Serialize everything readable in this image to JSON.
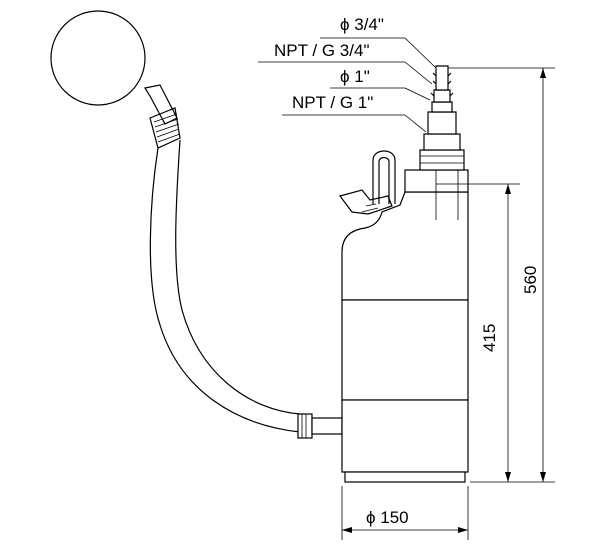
{
  "labels": {
    "outlet_small_diameter": "ϕ 3/4\"",
    "outlet_small_thread": "NPT / G 3/4\"",
    "outlet_large_diameter": "ϕ 1\"",
    "outlet_large_thread": "NPT / G 1\""
  },
  "dimensions": {
    "total_height": "560",
    "body_height": "415",
    "diameter": "ϕ 150"
  }
}
